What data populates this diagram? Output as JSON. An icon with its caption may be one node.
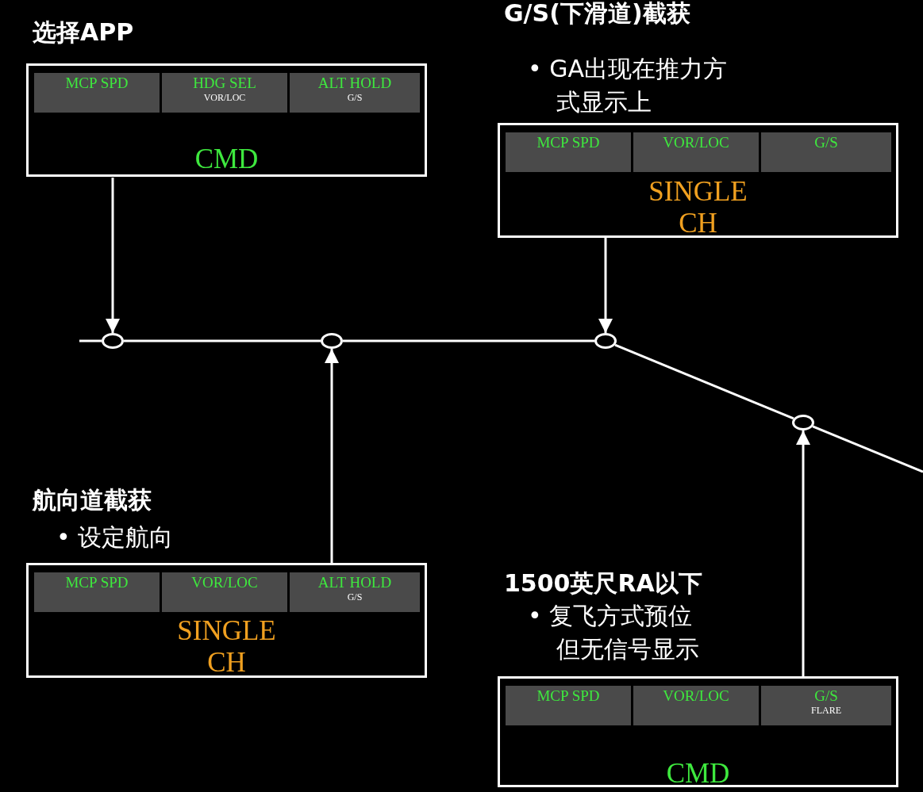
{
  "diagram": {
    "nodes": [
      {
        "text": [
          "选择APP",
          "CMD"
        ]
      },
      {
        "text": [
          "MCP SPD"
        ],
        "in": 0
      },
      {
        "text": [
          "HDG SEL",
          "VOR/LOC"
        ],
        "in": 0
      },
      {
        "text": [
          "ALT HOLD",
          "G/S"
        ],
        "in": 0
      },
      {
        "text": [
          "G/S(下滑道)截获",
          "• GA出现在推力方式显示上",
          "SINGLE CH"
        ]
      },
      {
        "text": [
          "MCP SPD"
        ],
        "in": 4
      },
      {
        "text": [
          "VOR/LOC"
        ],
        "in": 4
      },
      {
        "text": [
          "G/S"
        ],
        "in": 4
      },
      {
        "text": [],
        "shape": "circle"
      },
      {
        "text": [],
        "shape": "circle"
      },
      {
        "text": [],
        "shape": "circle"
      },
      {
        "text": [],
        "shape": "circle"
      },
      {
        "text": [
          "航向道截获",
          "• 设定航向",
          "SINGLE CH"
        ]
      },
      {
        "text": [
          "MCP SPD"
        ],
        "in": 12
      },
      {
        "text": [
          "VOR/LOC"
        ],
        "in": 12
      },
      {
        "text": [
          "ALT HOLD",
          "G/S"
        ],
        "in": 12
      },
      {
        "text": [
          "1500英尺RA以下",
          "• 复飞方式预位但无信号显示",
          "CMD"
        ]
      },
      {
        "text": [
          "MCP SPD"
        ],
        "in": 16
      },
      {
        "text": [
          "VOR/LOC"
        ],
        "in": 16
      },
      {
        "text": [
          "G/S",
          "FLARE"
        ],
        "in": 16
      }
    ],
    "edges": [
      {
        "from": 0,
        "to": 8,
        "arrow": "to"
      },
      {
        "from": 4,
        "to": 10,
        "arrow": "to"
      },
      {
        "from": 12,
        "to": 9,
        "arrow": "to"
      },
      {
        "from": 16,
        "to": 11,
        "arrow": "to"
      },
      {
        "from": null,
        "to": 8,
        "arrow": "none"
      },
      {
        "from": 8,
        "to": 9,
        "arrow": "none"
      },
      {
        "from": 9,
        "to": 10,
        "arrow": "none"
      },
      {
        "from": 10,
        "to": 11,
        "arrow": "none"
      },
      {
        "from": 11,
        "to": null,
        "arrow": "none"
      }
    ]
  }
}
